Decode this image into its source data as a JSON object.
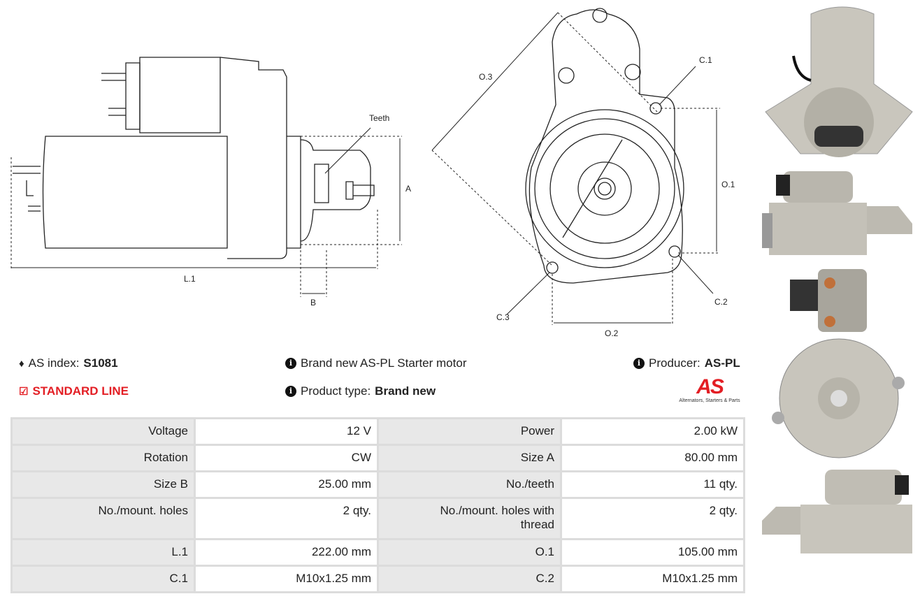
{
  "drawing": {
    "teeth": "Teeth",
    "dim_a": "A",
    "dim_b": "B",
    "dim_l1": "L.1",
    "dim_o1": "O.1",
    "dim_o2": "O.2",
    "dim_o3": "O.3",
    "dim_c1": "C.1",
    "dim_c2": "C.2",
    "dim_c3": "C.3"
  },
  "info": {
    "as_index_label": "AS index:",
    "as_index_value": "S1081",
    "line": "STANDARD LINE",
    "description": "Brand new AS-PL Starter motor",
    "product_type_label": "Product type:",
    "product_type_value": "Brand new",
    "producer_label": "Producer:",
    "producer_value": "AS-PL",
    "logo_text": "AS",
    "logo_tagline": "Alternators, Starters & Parts"
  },
  "specs": [
    [
      {
        "k": "Voltage",
        "v": "12 V"
      },
      {
        "k": "Power",
        "v": "2.00 kW"
      }
    ],
    [
      {
        "k": "Rotation",
        "v": "CW"
      },
      {
        "k": "Size A",
        "v": "80.00 mm"
      }
    ],
    [
      {
        "k": "Size B",
        "v": "25.00 mm"
      },
      {
        "k": "No./teeth",
        "v": "11 qty."
      }
    ],
    [
      {
        "k": "No./mount. holes",
        "v": "2 qty."
      },
      {
        "k": "No./mount. holes with thread",
        "v": "2 qty."
      }
    ],
    [
      {
        "k": "L.1",
        "v": "222.00 mm"
      },
      {
        "k": "O.1",
        "v": "105.00 mm"
      }
    ],
    [
      {
        "k": "C.1",
        "v": "M10x1.25 mm"
      },
      {
        "k": "C.2",
        "v": "M10x1.25 mm"
      }
    ]
  ],
  "colors": {
    "accent": "#e31e24"
  }
}
